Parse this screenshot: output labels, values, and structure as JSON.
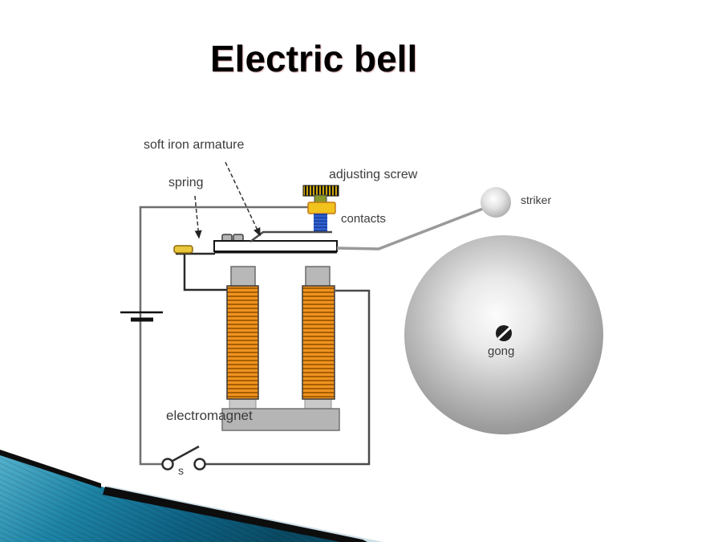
{
  "slide": {
    "title": "Electric bell",
    "title_color": "#e2171a",
    "background": "#ffffff"
  },
  "diagram": {
    "labels": {
      "armature": "soft iron armature",
      "spring": "spring",
      "adjusting_screw": "adjusting screw",
      "contacts": "contacts",
      "striker": "striker",
      "gong": "gong",
      "electromagnet": "electromagnet",
      "switch": "s"
    },
    "colors": {
      "wire": "#6e6e6e",
      "wire_dark": "#2a2a2a",
      "coil": "#ef9320",
      "coil_stripe": "#a85e00",
      "spring_block": "#e9c63a",
      "screw_bracket": "#f2c21d",
      "screw_knurl": "#caa50c",
      "screw_green": "#8a9a2a",
      "contact_blue": "#2f62cf",
      "metal": "#b5b5b5",
      "label_text": "#3c3c3c"
    }
  },
  "decoration": {
    "teal": "#1e84a6",
    "teal_light": "#54b1cc",
    "teal_dark": "#0a4a63",
    "pale": "#cfdfe8",
    "stripe_black": "#0d0d0d"
  }
}
